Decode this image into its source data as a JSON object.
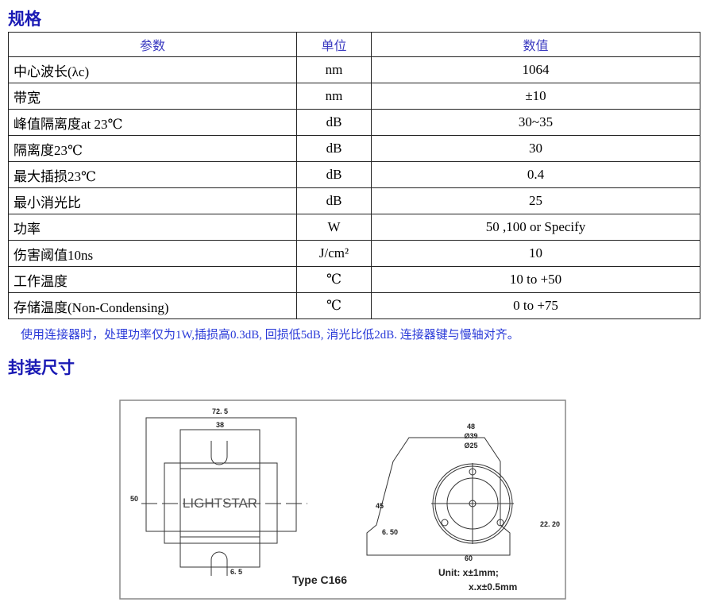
{
  "spec_heading": "规格",
  "table": {
    "headers": [
      "参数",
      "单位",
      "数值"
    ],
    "rows": [
      [
        "中心波长(λc)",
        "nm",
        "1064"
      ],
      [
        "带宽",
        "nm",
        "±10"
      ],
      [
        "峰值隔离度at 23℃",
        "dB",
        "30~35"
      ],
      [
        "隔离度23℃",
        "dB",
        "30"
      ],
      [
        "最大插损23℃",
        "dB",
        "0.4"
      ],
      [
        "最小消光比",
        "dB",
        "25"
      ],
      [
        "功率",
        "W",
        "50 ,100 or Specify"
      ],
      [
        "伤害阈值10ns",
        "J/cm²",
        "10"
      ],
      [
        "工作温度",
        "℃",
        "10 to +50"
      ],
      [
        "存储温度(Non-Condensing)",
        "℃",
        "0 to +75"
      ]
    ]
  },
  "note": "使用连接器时，处理功率仅为1W,插损高0.3dB, 回损低5dB, 消光比低2dB. 连接器键与慢轴对齐。",
  "dim_heading": "封装尺寸",
  "drawing": {
    "brand": "LIGHTSTAR",
    "type": "Type C166",
    "unit1": "Unit: x±1mm;",
    "unit2": "x.x±0.5mm",
    "dims": {
      "len": "72. 5",
      "body": "38",
      "height": "50",
      "slot": "6. 5",
      "w48": "48",
      "d39": "Ø39",
      "d25": "Ø25",
      "h45": "45",
      "h650": "6. 50",
      "h2220": "22. 20",
      "w60": "60"
    }
  }
}
